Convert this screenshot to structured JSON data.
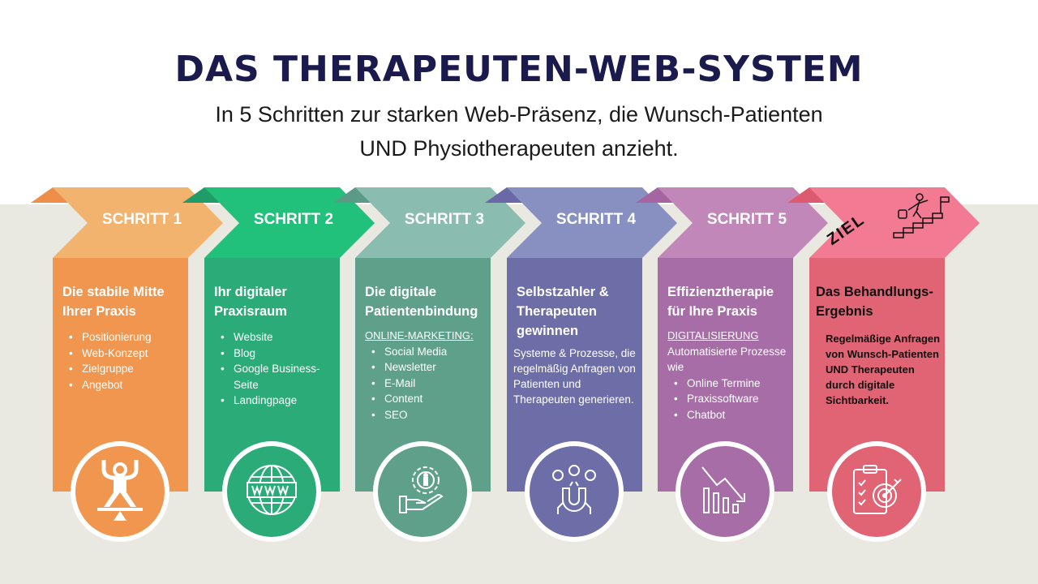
{
  "header": {
    "title": "DAS THERAPEUTEN-WEB-SYSTEM",
    "subtitle_line1": "In 5 Schritten zur starken Web-Präsenz, die Wunsch-Patienten",
    "subtitle_line2": "UND Physiotherapeuten anzieht."
  },
  "colors": {
    "title": "#1b1a4c",
    "background": "#e9e8e1"
  },
  "steps": [
    {
      "label": "SCHRITT 1",
      "title": "Die stabile Mitte Ihrer Praxis",
      "bullets": [
        "Positionierung",
        "Web-Konzept",
        "Zielgruppe",
        "Angebot"
      ],
      "icon": "balance-person-icon",
      "header_color": "#f2b36f",
      "card_color": "#f0964f",
      "fold_color": "#ee8e4a"
    },
    {
      "label": "SCHRITT 2",
      "title": "Ihr digitaler Praxisraum",
      "bullets": [
        "Website",
        "Blog",
        "Google Business-Seite",
        "Landingpage"
      ],
      "icon": "globe-www-icon",
      "header_color": "#21c07b",
      "card_color": "#2aab78",
      "fold_color": "#1f9c68"
    },
    {
      "label": "SCHRITT 3",
      "title": "Die digitale Patientenbindung",
      "subheading": "ONLINE-MARKETING:",
      "bullets": [
        "Social Media",
        "Newsletter",
        "E-Mail",
        "Content",
        "SEO"
      ],
      "icon": "hand-gear-person-icon",
      "header_color": "#8bbcb0",
      "card_color": "#5fa08b",
      "fold_color": "#5a9a86"
    },
    {
      "label": "SCHRITT 4",
      "title": "Selbstzahler & Therapeuten gewinnen",
      "paragraph": "Systeme & Prozesse, die regelmäßig Anfragen von Patienten und Therapeuten generieren.",
      "icon": "magnet-people-icon",
      "header_color": "#8890c2",
      "card_color": "#6d6ea8",
      "fold_color": "#6a68a6"
    },
    {
      "label": "SCHRITT 5",
      "title": "Effizienztherapie für Ihre Praxis",
      "subheading": "DIGITALISIERUNG",
      "intro": "Automatisierte Prozesse wie",
      "bullets": [
        "Online Termine",
        "Praxissoftware",
        "Chatbot"
      ],
      "icon": "chart-decline-icon",
      "header_color": "#c287b9",
      "card_color": "#a66da6",
      "fold_color": "#a565a3"
    },
    {
      "label": "ZIEL",
      "title": "Das Behandlungs-Ergebnis",
      "paragraph": "Regelmäßige Anfragen von Wunsch-Patienten UND Therapeuten durch digitale Sichtbarkeit.",
      "icon": "clipboard-target-icon",
      "header_color": "#f27a93",
      "card_color": "#e06474",
      "fold_color": "#de5a6e"
    }
  ]
}
